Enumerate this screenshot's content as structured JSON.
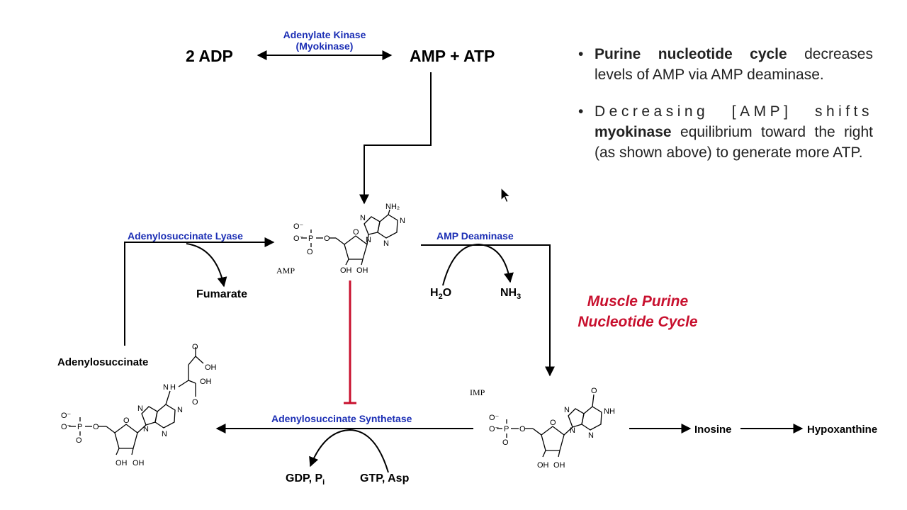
{
  "top": {
    "left_compound": "2 ADP",
    "right_compound": "AMP + ATP",
    "enzyme_line1": "Adenylate Kinase",
    "enzyme_line2": "(Myokinase)"
  },
  "enzymes": {
    "lyase": "Adenylosuccinate Lyase",
    "deaminase": "AMP Deaminase",
    "synthetase": "Adenylosuccinate Synthetase"
  },
  "byproducts": {
    "fumarate": "Fumarate",
    "water": "H",
    "water_sub": "2",
    "water_end": "O",
    "ammonia": "NH",
    "ammonia_sub": "3",
    "gdp": "GDP, P",
    "gdp_sub": "i",
    "gtp": "GTP, Asp"
  },
  "compounds": {
    "amp": "AMP",
    "imp": "IMP",
    "adenylosuccinate": "Adenylosuccinate",
    "inosine": "Inosine",
    "hypoxanthine": "Hypoxanthine"
  },
  "cycle_title": {
    "line1": "Muscle Purine",
    "line2": "Nucleotide Cycle"
  },
  "bullets": {
    "b1_bold": "Purine nucleotide cycle",
    "b1_rest": " decreases levels of AMP via AMP deaminase.",
    "b2_spaced": "Decreasing [AMP] shifts",
    "b2_bold": "myokinase",
    "b2_rest": " equilibrium toward the right (as shown above) to generate more ATP."
  },
  "structure_atoms": {
    "o_minus": "O⁻",
    "p": "P",
    "o": "O",
    "oh": "OH",
    "nh2": "NH₂",
    "n": "N",
    "nh": "NH",
    "h": "H"
  },
  "colors": {
    "enzyme": "#1a2db4",
    "title": "#c8102e",
    "inhibition": "#c8102e"
  }
}
